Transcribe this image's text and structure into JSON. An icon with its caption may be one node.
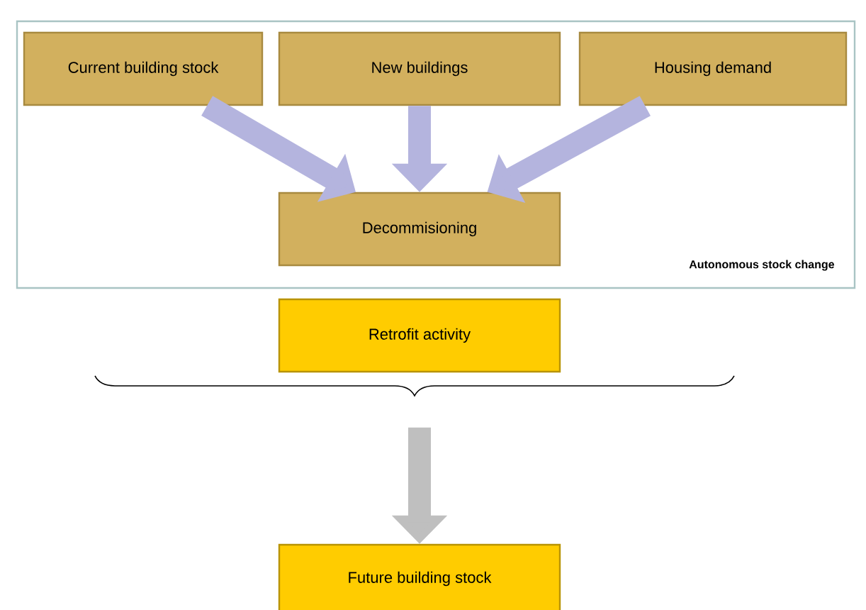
{
  "diagram": {
    "nodes": [
      {
        "text": [
          "Autonomous stock change"
        ]
      },
      {
        "text": [
          "Current building stock"
        ],
        "in": 0
      },
      {
        "text": [
          "New buildings"
        ],
        "in": 0
      },
      {
        "text": [
          "Housing demand"
        ],
        "in": 0
      },
      {
        "text": [
          "Decommisioning"
        ],
        "in": 0
      },
      {
        "text": [
          "Retrofit activity"
        ]
      },
      {
        "text": [
          "Future building stock"
        ]
      }
    ],
    "edges": [
      {
        "from": 1,
        "to": 4,
        "arrow": "to"
      },
      {
        "from": 2,
        "to": 4,
        "arrow": "to"
      },
      {
        "from": 3,
        "to": 4,
        "arrow": "to"
      },
      {
        "from": null,
        "to": 6,
        "arrow": "to",
        "color": "#bfbfbf"
      }
    ]
  }
}
